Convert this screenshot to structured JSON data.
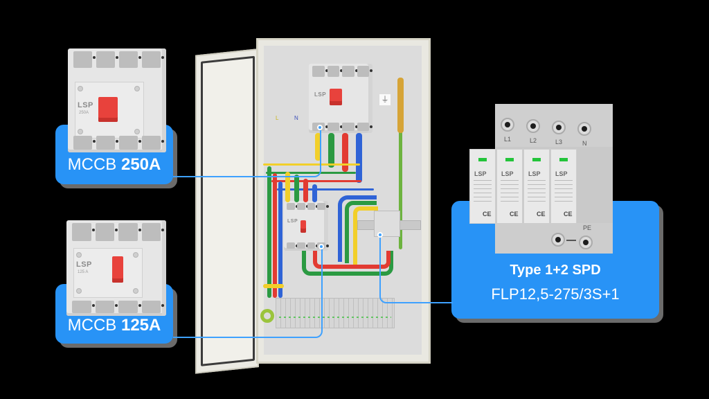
{
  "colors": {
    "background": "#000000",
    "callout_blue": "#2893f6",
    "connector_blue": "#3ea1ff",
    "breaker_handle_red": "#e8423c",
    "spd_led_green": "#23c43a",
    "wire_colors": [
      "#f2cf2a",
      "#2b9a42",
      "#e23b32",
      "#2f63d6"
    ]
  },
  "callouts": {
    "mccb_250": {
      "prefix": "MCCB",
      "value": "250A"
    },
    "mccb_125": {
      "prefix": "MCCB",
      "value": "125A"
    },
    "spd": {
      "title": "Type 1+2 SPD",
      "model": "FLP12,5-275/3S+1"
    }
  },
  "devices": {
    "mccb_250": {
      "brand": "LSP",
      "rating": "250A"
    },
    "mccb_125": {
      "brand": "LSP",
      "rating": "125 A"
    },
    "spd": {
      "brand": "LSP",
      "terminals_top": [
        "L1",
        "L2",
        "L3",
        "N"
      ],
      "terminal_bottom": "PE",
      "module_mark": "CE"
    }
  },
  "cabinet": {
    "terminal_labels": [
      "L",
      "N"
    ],
    "earth_symbol": "⏚"
  }
}
